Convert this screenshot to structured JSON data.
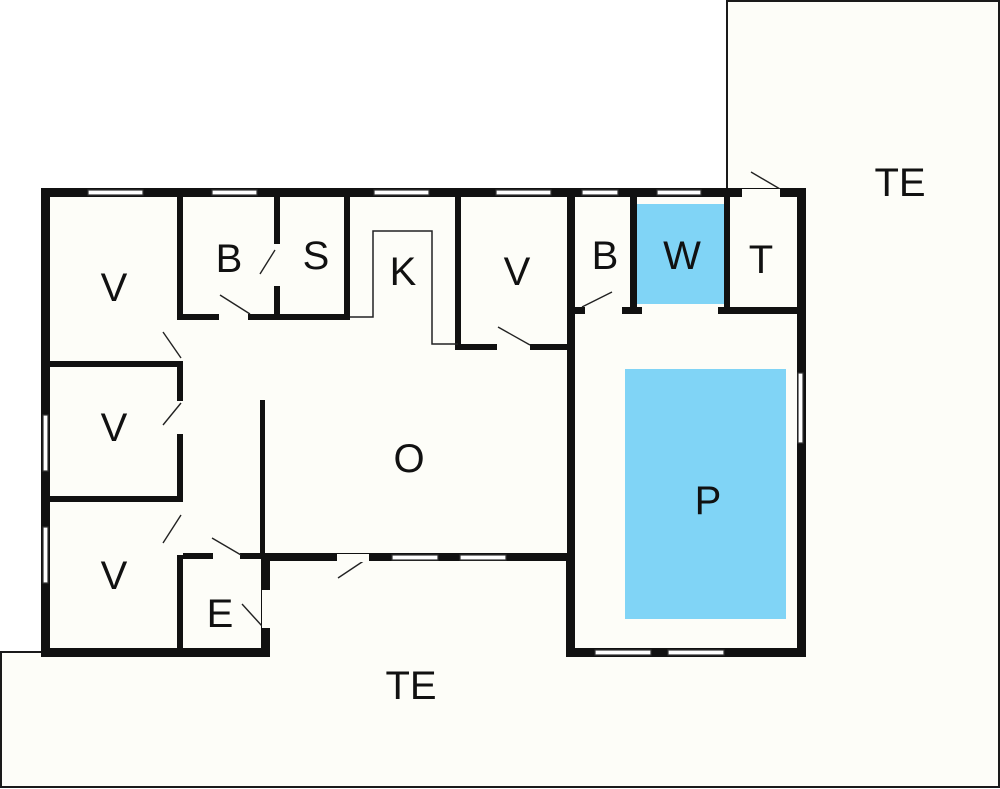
{
  "colors": {
    "background": "#ffffff",
    "floor": "#fdfdf8",
    "wall": "#111111",
    "water": "#80d4f6"
  },
  "rooms": {
    "terrace_top": "TE",
    "terrace_bottom": "TE",
    "bedroom_1": "V",
    "bedroom_2": "V",
    "bedroom_3": "V",
    "bedroom_4": "V",
    "bathroom_1": "B",
    "bathroom_2": "B",
    "sauna": "S",
    "kitchen": "K",
    "living": "O",
    "entrance": "E",
    "whirlpool": "W",
    "technical": "T",
    "pool": "P"
  }
}
